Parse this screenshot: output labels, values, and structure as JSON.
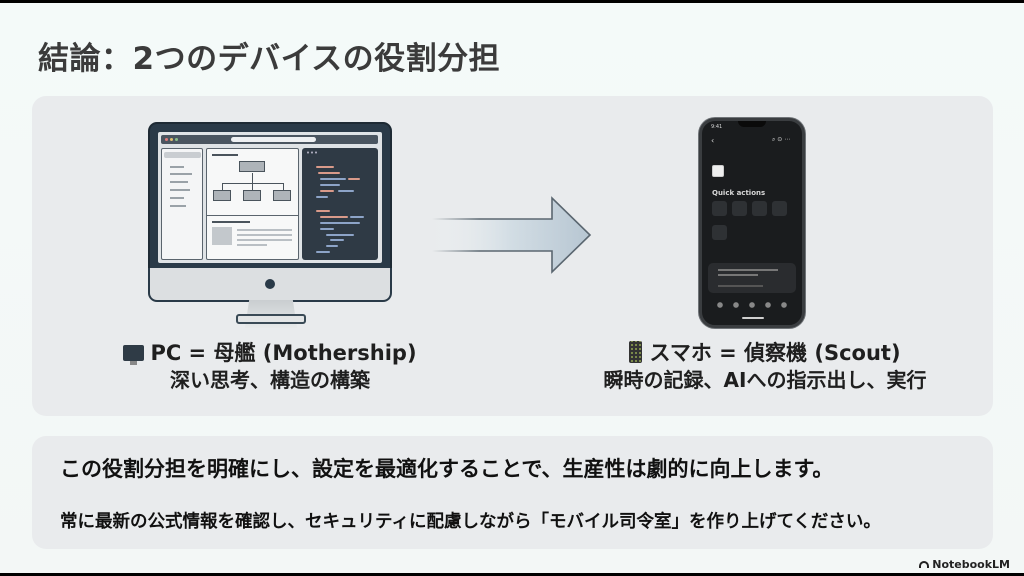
{
  "slide": {
    "title": "結論：2つのデバイスの役割分担",
    "pc": {
      "icon": "desktop-computer-icon",
      "heading": "PC = 母艦 (Mothership)",
      "subheading": "深い思考、構造の構築"
    },
    "phone": {
      "icon": "mobile-phone-icon",
      "heading": "スマホ = 偵察機 (Scout)",
      "subheading": "瞬時の記録、AIへの指示出し、実行",
      "screen": {
        "section_label": "Quick actions"
      }
    },
    "arrow": "right-arrow-icon",
    "summary": {
      "line1": "この役割分担を明確にし、設定を最適化することで、生産性は劇的に向上します。",
      "line2": "常に最新の公式情報を確認し、セキュリティに配慮しながら「モバイル司令室」を作り上げてください。"
    },
    "watermark": "NotebookLM"
  },
  "colors": {
    "background": "#f4faf9",
    "panel": "#e9ebed",
    "title_text": "#3b3b3b",
    "body_text": "#111111",
    "monitor_frame": "#2a3a48",
    "phone_body": "#1a1c1e"
  }
}
